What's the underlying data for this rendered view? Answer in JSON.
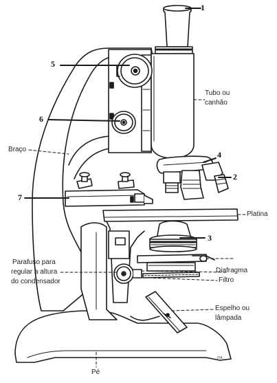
{
  "labels": {
    "tubo": [
      "Tubo ou",
      "canhão"
    ],
    "braco": "Braço",
    "platina": "Platina",
    "parafuso": [
      "Parafuso para",
      "regular a altura",
      "do condensador"
    ],
    "diafragma": "Diafragma",
    "filtro": "Filtro",
    "espelho": [
      "Espelho ou",
      "lâmpada"
    ],
    "pe": "Pé"
  },
  "numbers": {
    "n1": "1",
    "n2": "2",
    "n3": "3",
    "n4": "4",
    "n5": "5",
    "n6": "6",
    "n7": "7"
  }
}
